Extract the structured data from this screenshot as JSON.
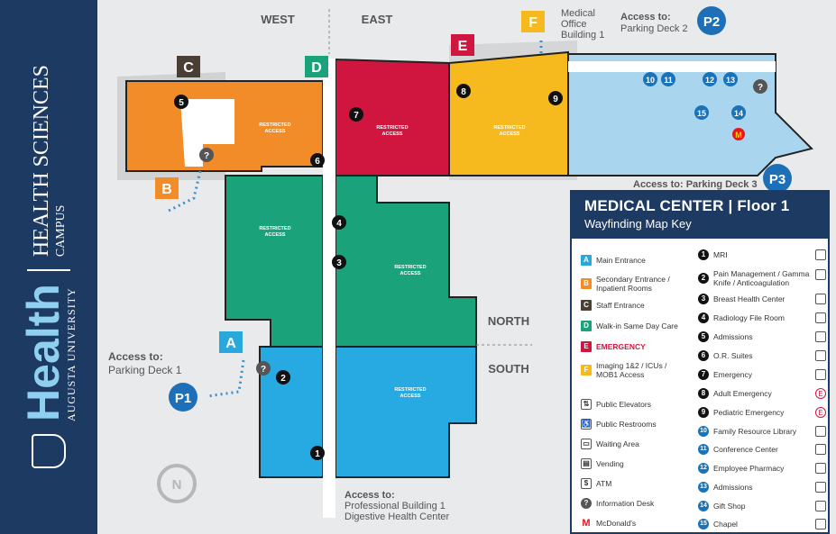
{
  "sidebar": {
    "title": "HEALTH SCIENCES",
    "subtitle": "CAMPUS",
    "brand": "Health",
    "brand_sub": "AUGUSTA UNIVERSITY"
  },
  "map": {
    "west_label": "WEST",
    "east_label": "EAST",
    "north_label": "NORTH",
    "south_label": "SOUTH",
    "restricted_label": "RESTRICTED ACCESS",
    "restricted_line1": "RESTRICTED",
    "restricted_line2": "ACCESS",
    "access_p1": "Access to:",
    "access_p1_dest": "Parking Deck 1",
    "access_p2": "Access to:",
    "access_p2_dest": "Parking Deck 2",
    "access_p3": "Access to: Parking Deck 3",
    "access_bottom": "Access to:",
    "access_bottom_dest1": "Professional Building 1",
    "access_bottom_dest2": "Digestive Health Center",
    "mob_label1": "Medical",
    "mob_label2": "Office",
    "mob_label3": "Building 1",
    "p1": "P1",
    "p2": "P2",
    "p3": "P3",
    "compass": "N"
  },
  "key": {
    "title": "MEDICAL CENTER | Floor 1",
    "subtitle": "Wayfinding Map Key",
    "letters": [
      {
        "code": "A",
        "label": "Main Entrance",
        "color": "#29a8dc"
      },
      {
        "code": "B",
        "label": "Secondary Entrance / Inpatient Rooms",
        "color": "#f28c28"
      },
      {
        "code": "C",
        "label": "Staff Entrance",
        "color": "#4a3f35"
      },
      {
        "code": "D",
        "label": "Walk-in Same Day Care",
        "color": "#1aa37a"
      },
      {
        "code": "E",
        "label": "EMERGENCY",
        "color": "#d0163f"
      },
      {
        "code": "F",
        "label": "Imaging 1&2 / ICUs / MOB1 Access",
        "color": "#f6b91e"
      }
    ],
    "amenities": [
      {
        "icon": "elevator-icon",
        "label": "Public Elevators"
      },
      {
        "icon": "restroom-icon",
        "label": "Public Restrooms"
      },
      {
        "icon": "waiting-area-icon",
        "label": "Waiting Area"
      },
      {
        "icon": "vending-icon",
        "label": "Vending"
      },
      {
        "icon": "atm-icon",
        "label": "ATM"
      },
      {
        "icon": "information-desk-icon",
        "label": "Information Desk"
      },
      {
        "icon": "mcdonalds-icon",
        "label": "McDonald's"
      }
    ],
    "numbered": [
      {
        "num": "1",
        "label": "MRI"
      },
      {
        "num": "2",
        "label": "Pain Management / Gamma Knife / Anticoagulation"
      },
      {
        "num": "3",
        "label": "Breast Health Center"
      },
      {
        "num": "4",
        "label": "Radiology File Room"
      },
      {
        "num": "5",
        "label": "Admissions"
      },
      {
        "num": "6",
        "label": "O.R. Suites"
      },
      {
        "num": "7",
        "label": "Emergency"
      },
      {
        "num": "8",
        "label": "Adult Emergency"
      },
      {
        "num": "9",
        "label": "Pediatric Emergency"
      },
      {
        "num": "10",
        "label": "Family Resource Library"
      },
      {
        "num": "11",
        "label": "Conference Center"
      },
      {
        "num": "12",
        "label": "Employee Pharmacy"
      },
      {
        "num": "13",
        "label": "Admissions"
      },
      {
        "num": "14",
        "label": "Gift Shop"
      },
      {
        "num": "15",
        "label": "Chapel"
      }
    ]
  }
}
